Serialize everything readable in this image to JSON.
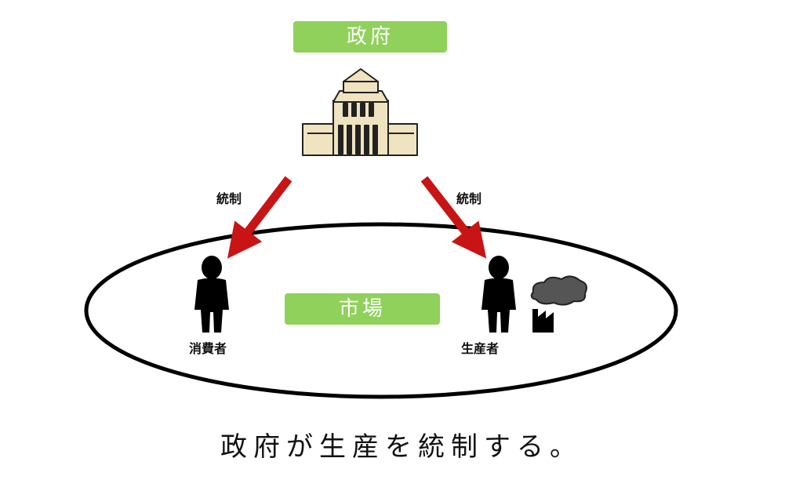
{
  "government": {
    "label": "政府",
    "badge_color": "#8fd15a"
  },
  "market": {
    "label": "市場",
    "badge_color": "#8fd15a"
  },
  "arrows": {
    "left_label": "統制",
    "right_label": "統制",
    "color": "#c81414"
  },
  "actors": {
    "consumer": "消費者",
    "producer": "生産者"
  },
  "icons": [
    "parliament-building-icon",
    "person-icon",
    "factory-icon"
  ],
  "caption": "政府が生産を統制する。"
}
